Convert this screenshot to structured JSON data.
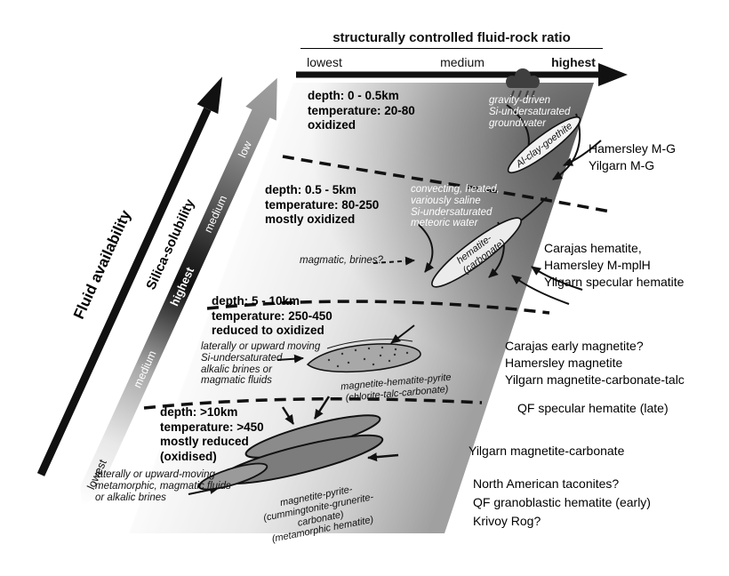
{
  "header": {
    "title": "structurally controlled fluid-rock ratio",
    "ticks": [
      "lowest",
      "medium",
      "highest"
    ]
  },
  "axes": {
    "fluid_availability": "Fluid availability",
    "silica_solubility": "Silica-solubility",
    "silica_scale": [
      "lowest",
      "medium",
      "highest",
      "medium",
      "low"
    ]
  },
  "colors": {
    "ink": "#111111",
    "field_light": "#fbfbfb",
    "field_dark": "#5a5a5a",
    "white_text": "#ffffff"
  },
  "icons": {
    "rain_cloud": "rain-cloud"
  },
  "zones": [
    {
      "depth": "depth: 0 - 0.5km",
      "temperature": "temperature: 20-80",
      "redox": "oxidized",
      "fluid_note": [
        "gravity-driven",
        "Si-undersaturated",
        "groundwater"
      ],
      "ore": [
        "Al-clay-goethite"
      ],
      "deposits": [
        "Hamersley M-G",
        "Yilgarn M-G"
      ]
    },
    {
      "depth": "depth: 0.5 - 5km",
      "temperature": "temperature: 80-250",
      "redox": "mostly oxidized",
      "fluid_note": [
        "convecting, heated,",
        "variously saline",
        "Si-undersaturated",
        "meteoric water"
      ],
      "side_note": "magmatic, brines?",
      "ore": [
        "hematite-",
        "(carbonate)"
      ],
      "deposits": [
        "Carajas hematite,",
        "Hamersley M-mplH",
        "Yilgarn specular hematite"
      ]
    },
    {
      "depth": "depth: 5 - 10km",
      "temperature": "temperature: 250-450",
      "redox": "reduced to oxidized",
      "fluid_note": [
        "laterally or upward moving",
        "Si-undersaturated",
        "alkalic brines or",
        "magmatic fluids"
      ],
      "ore": [
        "magnetite-hematite-pyrite",
        "(chlorite-talc-carbonate)"
      ],
      "deposits": [
        "Carajas early magnetite?",
        "Hamersley magnetite",
        "Yilgarn magnetite-carbonate-talc"
      ],
      "late_deposit": "QF specular hematite (late)"
    },
    {
      "depth": "depth: >10km",
      "temperature": "temperature: >450",
      "redox": "mostly reduced",
      "redox2": "(oxidised)",
      "fluid_note": [
        "laterally or upward-moving",
        "metamorphic, magmatic fluids",
        "or alkalic brines"
      ],
      "ore": [
        "magnetite-pyrite-",
        "(cummingtonite-grunerite-",
        "carbonate)",
        "(metamorphic hematite)"
      ],
      "deposits": [
        "Yilgarn magnetite-carbonate"
      ],
      "other_deposits": [
        "North American taconites?",
        "QF granoblastic hematite (early)",
        "Krivoy Rog?"
      ]
    }
  ]
}
